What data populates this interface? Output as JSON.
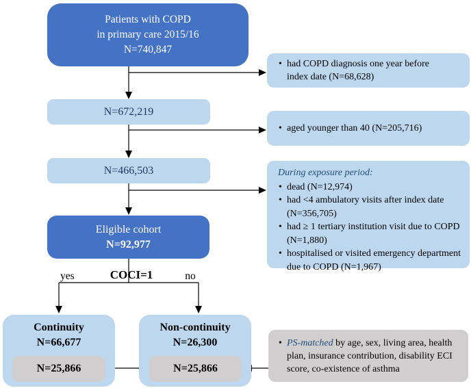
{
  "colors": {
    "primary_box_blue": "#4472C4",
    "light_box_blue": "#BDD7EE",
    "gray_box": "#D0CECE",
    "navy_text": "#1F3864",
    "italic_blue_text": "#1F4E79",
    "arrow_black": "#000000"
  },
  "flow": {
    "top": {
      "line1": "Patients with COPD",
      "line2": "in primary care 2015/16",
      "line3": "N=740,847"
    },
    "step2_n": "N=672,219",
    "step3_n": "N=466,503",
    "eligible": {
      "title": "Eligible cohort",
      "n": "N=92,977"
    },
    "branch": {
      "yes": "yes",
      "condition": "COCI=1",
      "no": "no"
    },
    "continuity": {
      "title": "Continuity",
      "n": "N=66,677",
      "matched_n": "N=25,866"
    },
    "non_continuity": {
      "title": "Non-continuity",
      "n": "N=26,300",
      "matched_n": "N=25,866"
    }
  },
  "exclusions": {
    "after_top": "had COPD diagnosis one year before index date (N=68,628)",
    "after_step2": "aged younger than 40 (N=205,716)",
    "during_exposure": {
      "title": "During exposure period:",
      "bullets": [
        "dead (N=12,974)",
        "had <4 ambulatory visits after index date (N=356,705)",
        "had ≥ 1 tertiary institution visit due to COPD (N=1,880)",
        "hospitalised or visited emergency department due to COPD (N=1,967)"
      ]
    }
  },
  "matching_note": {
    "highlight": "PS-matched",
    "rest": " by age, sex, living area, health plan, insurance contribution, disability ECI score, co-existence of asthma"
  }
}
